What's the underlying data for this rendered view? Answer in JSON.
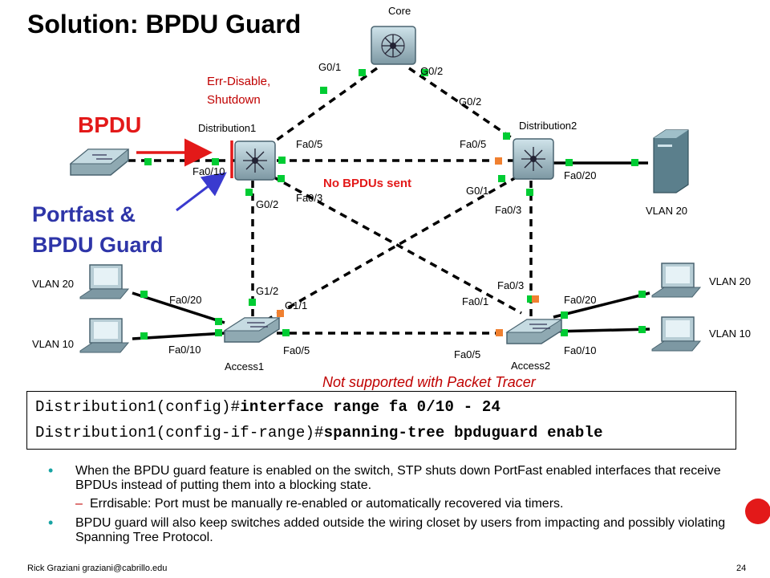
{
  "title": "Solution: BPDU Guard",
  "diagram": {
    "devices": {
      "core": "Core",
      "distribution1": "Distribution1",
      "distribution2": "Distribution2",
      "access1": "Access1",
      "access2": "Access2"
    },
    "ports": {
      "core_g01": "G0/1",
      "core_g02": "G0/2",
      "d2_g02": "G0/2",
      "d1_fa05": "Fa0/5",
      "d1_fa010": "Fa0/10",
      "d1_g02": "G0/2",
      "d1_fa03": "Fa0/3",
      "d2_fa05": "Fa0/5",
      "d2_fa020": "Fa0/20",
      "d2_g01": "G0/1",
      "d2_fa03": "Fa0/3",
      "a1_g12": "G1/2",
      "a1_g11": "G1/1",
      "a1_fa020": "Fa0/20",
      "a1_fa010": "Fa0/10",
      "a1_fa05": "Fa0/5",
      "a2_fa03": "Fa0/3",
      "a2_fa01": "Fa0/1",
      "a2_fa020": "Fa0/20",
      "a2_fa010": "Fa0/10",
      "a2_fa05": "Fa0/5"
    },
    "vlans": {
      "server": "VLAN 20",
      "pc_left_top": "VLAN 20",
      "pc_left_bottom": "VLAN 10",
      "pc_right_top": "VLAN 20",
      "pc_right_bottom": "VLAN 10"
    },
    "annotations": {
      "err_disable_line1": "Err-Disable,",
      "err_disable_line2": "Shutdown",
      "bpdu": "BPDU",
      "portfast_line1": "Portfast &",
      "portfast_line2": "BPDU Guard",
      "no_bpdus": "No BPDUs sent",
      "not_supported": "Not supported with Packet Tracer"
    },
    "colors": {
      "link_up": "#00cc33",
      "link_blocked": "#f08030",
      "alert": "#e31919",
      "arrow": "#3a3acf",
      "callout_blue": "#2e35a8"
    }
  },
  "commands": {
    "line1_prompt": "Distribution1(config)#",
    "line1_cmd": "interface range fa 0/10 - 24",
    "line2_prompt": "Distribution1(config-if-range)#",
    "line2_cmd": "spanning-tree bpduguard enable"
  },
  "bullets": {
    "item1": "When the BPDU guard feature is enabled on the switch, STP shuts down PortFast enabled interfaces that receive BPDUs instead of putting them into a blocking state.",
    "sub1": "Errdisable: Port must be manually re-enabled or automatically recovered via timers.",
    "item2": "BPDU guard will also keep switches added outside the wiring closet by users from impacting and possibly violating Spanning Tree Protocol."
  },
  "footer": {
    "author": "Rick Graziani  graziani@cabrillo.edu",
    "page": "24"
  }
}
